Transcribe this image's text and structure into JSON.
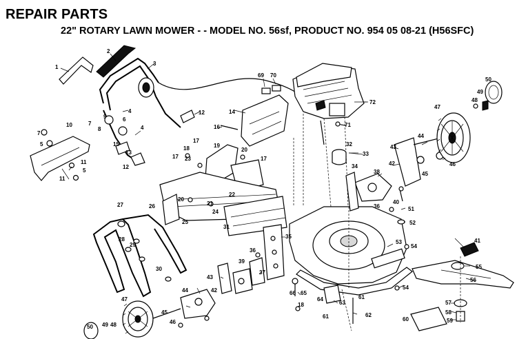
{
  "header": {
    "title": "REPAIR PARTS",
    "subtitle": "22\" ROTARY LAWN MOWER - - MODEL NO. 56sf, PRODUCT NO. 954 05 08-21 (H56SFC)"
  },
  "callouts": [
    {
      "id": "c1",
      "text": "1"
    },
    {
      "id": "c2",
      "text": "2"
    },
    {
      "id": "c3",
      "text": "3"
    },
    {
      "id": "c4a",
      "text": "4"
    },
    {
      "id": "c4b",
      "text": "4"
    },
    {
      "id": "c5a",
      "text": "5"
    },
    {
      "id": "c5b",
      "text": "5"
    },
    {
      "id": "c6",
      "text": "6"
    },
    {
      "id": "c7a",
      "text": "7"
    },
    {
      "id": "c7b",
      "text": "7"
    },
    {
      "id": "c8",
      "text": "8"
    },
    {
      "id": "c9",
      "text": "9"
    },
    {
      "id": "c10",
      "text": "10"
    },
    {
      "id": "c11a",
      "text": "11"
    },
    {
      "id": "c11b",
      "text": "11"
    },
    {
      "id": "c12a",
      "text": "12"
    },
    {
      "id": "c12b",
      "text": "12"
    },
    {
      "id": "c13",
      "text": "13"
    },
    {
      "id": "c14",
      "text": "14"
    },
    {
      "id": "c15",
      "text": "15"
    },
    {
      "id": "c16",
      "text": "16"
    },
    {
      "id": "c17a",
      "text": "17"
    },
    {
      "id": "c17b",
      "text": "17"
    },
    {
      "id": "c17c",
      "text": "17"
    },
    {
      "id": "c18a",
      "text": "18"
    },
    {
      "id": "c18b",
      "text": "18"
    },
    {
      "id": "c19",
      "text": "19"
    },
    {
      "id": "c20a",
      "text": "20"
    },
    {
      "id": "c20b",
      "text": "20"
    },
    {
      "id": "c21",
      "text": "21"
    },
    {
      "id": "c22",
      "text": "22"
    },
    {
      "id": "c23",
      "text": "23"
    },
    {
      "id": "c24",
      "text": "24"
    },
    {
      "id": "c25",
      "text": "25"
    },
    {
      "id": "c26",
      "text": "26"
    },
    {
      "id": "c27",
      "text": "27"
    },
    {
      "id": "c28",
      "text": "28"
    },
    {
      "id": "c29",
      "text": "29"
    },
    {
      "id": "c30",
      "text": "30"
    },
    {
      "id": "c31",
      "text": "31"
    },
    {
      "id": "c32",
      "text": "32"
    },
    {
      "id": "c33",
      "text": "33"
    },
    {
      "id": "c34",
      "text": "34"
    },
    {
      "id": "c35",
      "text": "35"
    },
    {
      "id": "c36a",
      "text": "36"
    },
    {
      "id": "c36b",
      "text": "36"
    },
    {
      "id": "c37",
      "text": "37"
    },
    {
      "id": "c38",
      "text": "38"
    },
    {
      "id": "c39",
      "text": "39"
    },
    {
      "id": "c40",
      "text": "40"
    },
    {
      "id": "c41",
      "text": "41"
    },
    {
      "id": "c42a",
      "text": "42"
    },
    {
      "id": "c42b",
      "text": "42"
    },
    {
      "id": "c43a",
      "text": "43"
    },
    {
      "id": "c43b",
      "text": "43"
    },
    {
      "id": "c44a",
      "text": "44"
    },
    {
      "id": "c44b",
      "text": "44"
    },
    {
      "id": "c45a",
      "text": "45"
    },
    {
      "id": "c45b",
      "text": "45"
    },
    {
      "id": "c46a",
      "text": "46"
    },
    {
      "id": "c46b",
      "text": "46"
    },
    {
      "id": "c47a",
      "text": "47"
    },
    {
      "id": "c47b",
      "text": "47"
    },
    {
      "id": "c48a",
      "text": "48"
    },
    {
      "id": "c48b",
      "text": "48"
    },
    {
      "id": "c49a",
      "text": "49"
    },
    {
      "id": "c49b",
      "text": "49"
    },
    {
      "id": "c50a",
      "text": "50"
    },
    {
      "id": "c50b",
      "text": "50"
    },
    {
      "id": "c51",
      "text": "51"
    },
    {
      "id": "c52",
      "text": "52"
    },
    {
      "id": "c53",
      "text": "53"
    },
    {
      "id": "c54a",
      "text": "54"
    },
    {
      "id": "c54b",
      "text": "54"
    },
    {
      "id": "c55",
      "text": "55"
    },
    {
      "id": "c56",
      "text": "56"
    },
    {
      "id": "c57",
      "text": "57"
    },
    {
      "id": "c58",
      "text": "58"
    },
    {
      "id": "c59",
      "text": "59"
    },
    {
      "id": "c60",
      "text": "60"
    },
    {
      "id": "c61a",
      "text": "61"
    },
    {
      "id": "c61b",
      "text": "61"
    },
    {
      "id": "c62",
      "text": "62"
    },
    {
      "id": "c63",
      "text": "63"
    },
    {
      "id": "c64",
      "text": "64"
    },
    {
      "id": "c65",
      "text": "65"
    },
    {
      "id": "c66",
      "text": "66"
    },
    {
      "id": "c69",
      "text": "69"
    },
    {
      "id": "c70",
      "text": "70"
    },
    {
      "id": "c71",
      "text": "71"
    },
    {
      "id": "c72",
      "text": "72"
    }
  ]
}
